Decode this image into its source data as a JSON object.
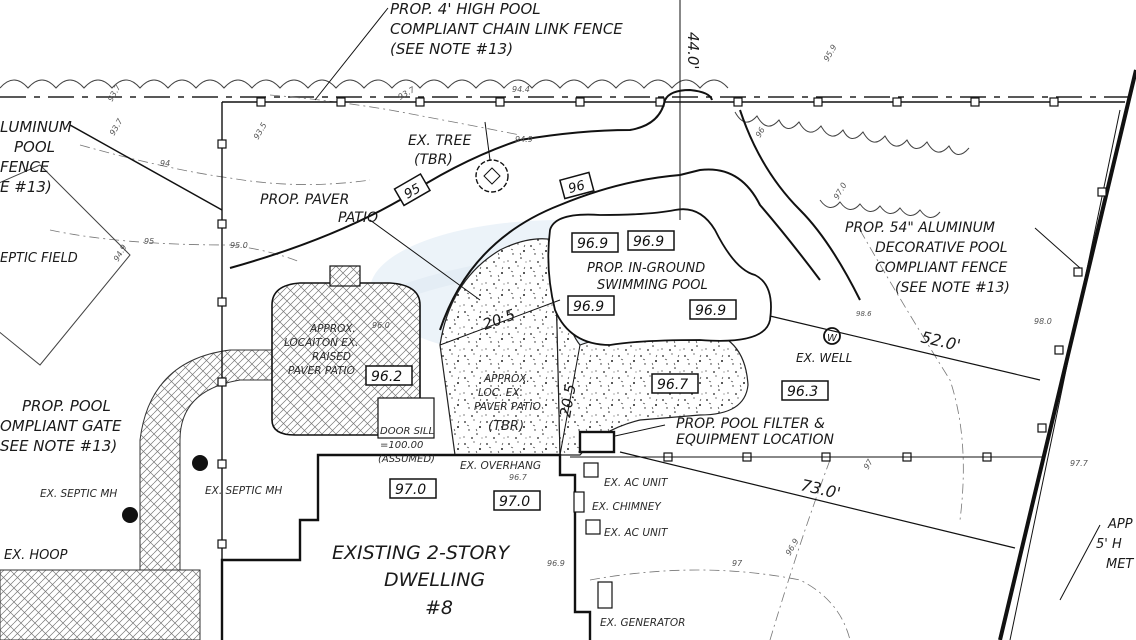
{
  "labels": {
    "fence_note_top": [
      "PROP. 4' HIGH POOL",
      "COMPLIANT CHAIN LINK FENCE",
      "(SEE NOTE #13)"
    ],
    "aluminum_left": [
      "LUMINUM",
      "POOL",
      "FENCE",
      "E #13)"
    ],
    "septic_field": "EPTIC FIELD",
    "pool_gate": [
      "PROP. POOL",
      "OMPLIANT GATE",
      "SEE NOTE #13)"
    ],
    "ex_septic_mh_1": "EX. SEPTIC MH",
    "ex_septic_mh_2": "EX. SEPTIC MH",
    "ex_hoop": "EX. HOOP",
    "ex_tree": [
      "EX. TREE",
      "(TBR)"
    ],
    "paver_patio": [
      "PROP. PAVER",
      "PATIO"
    ],
    "raised_patio": [
      "APPROX.",
      "LOCAITON EX.",
      "RAISED",
      "PAVER PATIO"
    ],
    "ex_paver_patio": [
      "APPROX.",
      "LOC. EX.",
      "PAVER PATIO",
      "(TBR)"
    ],
    "door_sill": [
      "DOOR SILL",
      "=100.00",
      "(ASSUMED)"
    ],
    "ex_overhang": "EX. OVERHANG",
    "pool": [
      "PROP. IN-GROUND",
      "SWIMMING POOL"
    ],
    "aluminum_right": [
      "PROP. 54\" ALUMINUM",
      "DECORATIVE POOL",
      "COMPLIANT FENCE",
      "(SEE NOTE #13)"
    ],
    "ex_well": "EX. WELL",
    "equipment": [
      "PROP. POOL FILTER &",
      "EQUIPMENT LOCATION"
    ],
    "ex_ac_unit_1": "EX. AC UNIT",
    "ex_chimney": "EX. CHIMNEY",
    "ex_ac_unit_2": "EX. AC UNIT",
    "dwelling": [
      "EXISTING 2-STORY",
      "DWELLING",
      "#8"
    ],
    "ex_generator": "EX. GENERATOR",
    "right_edge": [
      "APP",
      "5' H",
      "MET"
    ],
    "well_symbol": "W"
  },
  "grades": {
    "g96_9_a": "96.9",
    "g96_9_b": "96.9",
    "g96_9_c": "96.9",
    "g96_9_d": "96.9",
    "g96_2": "96.2",
    "g96_7": "96.7",
    "g96_3": "96.3",
    "g97_0_a": "97.0",
    "g97_0_b": "97.0",
    "contour_95": "95",
    "contour_96": "96"
  },
  "dimensions": {
    "d44": "44.0'",
    "d52": "52.0'",
    "d73": "73.0'",
    "d20_5_a": "20.5",
    "d20_5_b": "20.5"
  },
  "spot_elevations": {
    "e93_7a": "93.7",
    "e93_7b": "93.7",
    "e94_4": "94.4",
    "e95_9": "95.9",
    "e93_7c": "93.7",
    "e93_5": "93.5",
    "e94": "94",
    "e94_9": "94.9",
    "e95": "95",
    "e95_0": "95.0",
    "e94_9b": "94.9",
    "e96": "96",
    "e97_0": "97.0",
    "e96_0": "96.0",
    "e96_7": "96.7",
    "e96_9": "96.9",
    "e98_6": "98.6",
    "e98_0": "98.0",
    "e97_7": "97.7",
    "e97": "97",
    "e96_9b": "96.9",
    "e97b": "97"
  }
}
